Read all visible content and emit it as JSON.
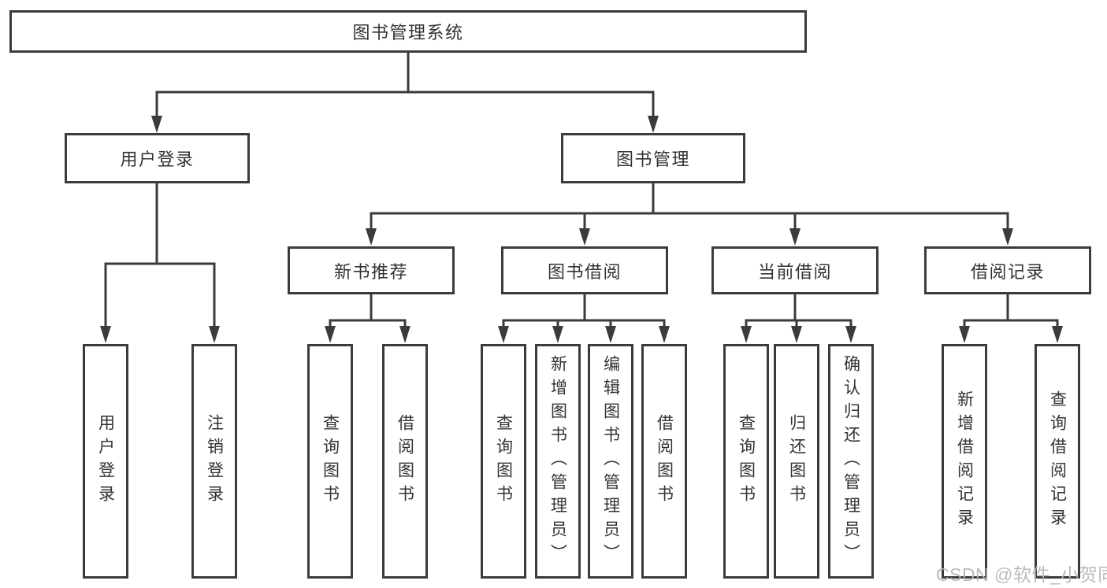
{
  "colors": {
    "line": "#3b3b3b",
    "box_border": "#3b3b3b",
    "text": "#333333",
    "background": "#ffffff",
    "watermark": "#b4b4b8"
  },
  "watermark": {
    "text": "CSDN @软件_小贺同学"
  },
  "tree": {
    "root": {
      "label": "图书管理系统"
    },
    "branches": [
      {
        "label": "用户登录"
      },
      {
        "label": "图书管理"
      }
    ],
    "modules": [
      {
        "label": "新书推荐",
        "parent": "图书管理"
      },
      {
        "label": "图书借阅",
        "parent": "图书管理"
      },
      {
        "label": "当前借阅",
        "parent": "图书管理"
      },
      {
        "label": "借阅记录",
        "parent": "图书管理"
      }
    ],
    "leaves": [
      {
        "label": "用户登录",
        "parent": "用户登录"
      },
      {
        "label": "注销登录",
        "parent": "用户登录"
      },
      {
        "label": "查询图书",
        "parent": "新书推荐"
      },
      {
        "label": "借阅图书",
        "parent": "新书推荐"
      },
      {
        "label": "查询图书",
        "parent": "图书借阅"
      },
      {
        "label": "新增图书（管理员）",
        "parent": "图书借阅"
      },
      {
        "label": "编辑图书（管理员）",
        "parent": "图书借阅"
      },
      {
        "label": "借阅图书",
        "parent": "图书借阅"
      },
      {
        "label": "查询图书",
        "parent": "当前借阅"
      },
      {
        "label": "归还图书",
        "parent": "当前借阅"
      },
      {
        "label": "确认归还（管理员）",
        "parent": "当前借阅"
      },
      {
        "label": "新增借阅记录",
        "parent": "借阅记录"
      },
      {
        "label": "查询借阅记录",
        "parent": "借阅记录"
      }
    ]
  }
}
